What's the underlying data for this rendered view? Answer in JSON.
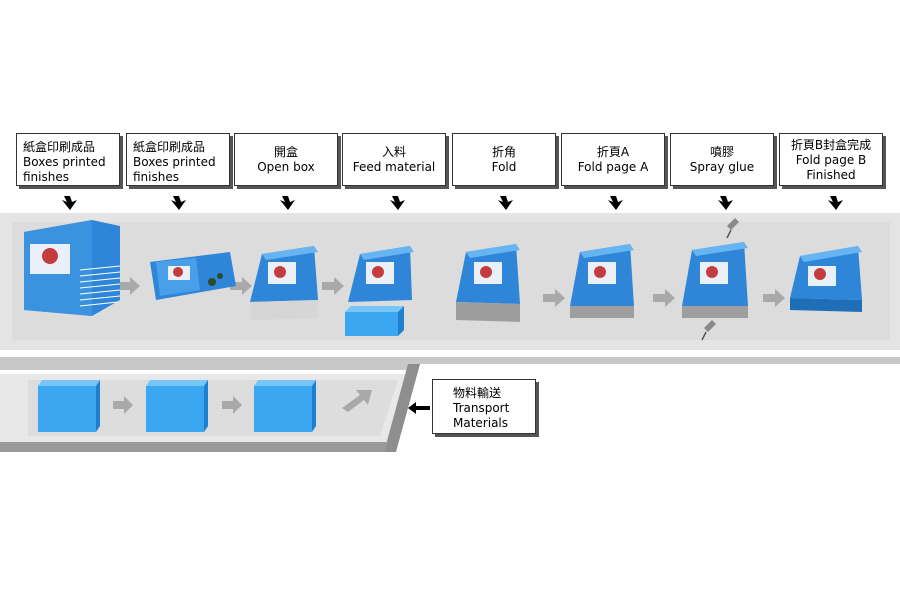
{
  "stations": [
    {
      "cn": "紙盒印刷成品",
      "en1": "Boxes printed",
      "en2": "finishes"
    },
    {
      "cn": "紙盒印刷成品",
      "en1": "Boxes printed",
      "en2": "finishes"
    },
    {
      "cn": "開盒",
      "en1": "Open box",
      "en2": ""
    },
    {
      "cn": "入料",
      "en1": "Feed material",
      "en2": ""
    },
    {
      "cn": "折角",
      "en1": "Fold",
      "en2": ""
    },
    {
      "cn": "折頁A",
      "en1": "Fold page A",
      "en2": ""
    },
    {
      "cn": "噴膠",
      "en1": "Spray glue",
      "en2": ""
    },
    {
      "cn": "折頁B封盒完成",
      "en1": "Fold page B",
      "en2": "Finished"
    }
  ],
  "transport": {
    "cn": "物料輸送",
    "en1": "Transport",
    "en2": "Materials"
  },
  "colors": {
    "belt": "#e3e3e3",
    "belt_edge": "#8f8f8f",
    "material": "#3aa7f0",
    "box_blue": "#2f86d8",
    "arrow": "#a8a8a8"
  }
}
